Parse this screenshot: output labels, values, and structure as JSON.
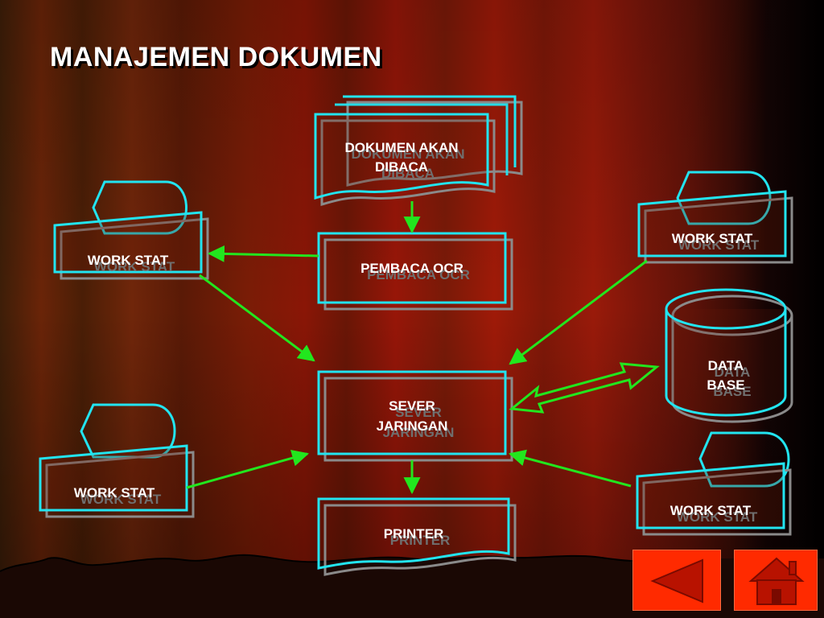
{
  "slide": {
    "title": "MANAJEMEN DOKUMEN"
  },
  "diagram": {
    "nodes": {
      "dokumen": {
        "line1": "DOKUMEN AKAN",
        "line2": "DIBACA"
      },
      "pembaca": {
        "label": "PEMBACA OCR"
      },
      "server": {
        "line1": "SEVER",
        "line2": "JARINGAN"
      },
      "printer": {
        "label": "PRINTER"
      },
      "database": {
        "line1": "DATA",
        "line2": "BASE"
      },
      "ws_left_top": {
        "label": "WORK STAT"
      },
      "ws_left_bottom": {
        "label": "WORK STAT"
      },
      "ws_right_top": {
        "label": "WORK STAT"
      },
      "ws_right_bottom": {
        "label": "WORK STAT"
      }
    },
    "colors": {
      "outline": "#22e4f0",
      "shadow_outline": "#8a8a8a",
      "arrow": "#22e61e",
      "label": "#ffffff",
      "label_shadow": "#6f6f6f"
    }
  },
  "navigation": {
    "back_icon": "left-triangle-icon",
    "home_icon": "home-icon",
    "button_color": "#ff2a00"
  }
}
